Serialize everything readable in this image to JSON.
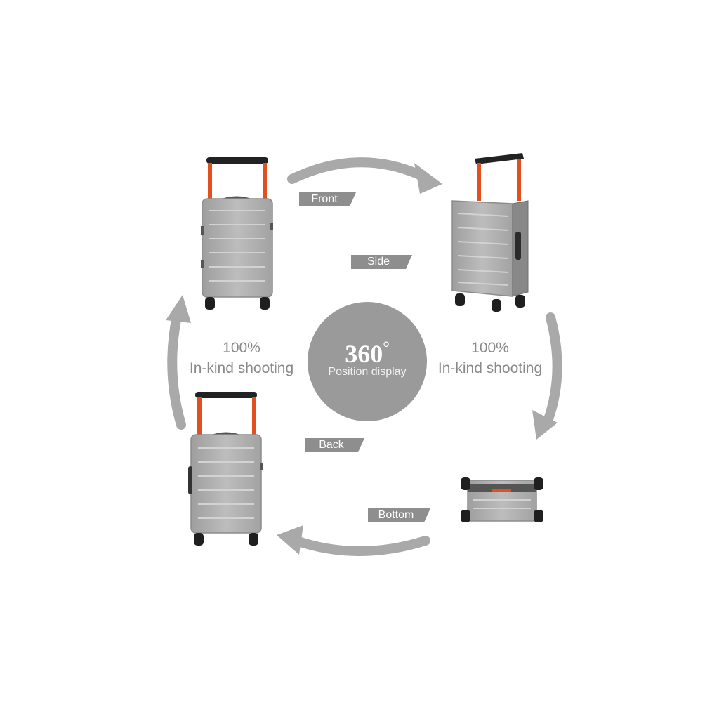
{
  "labels": {
    "front": "Front",
    "side": "Side",
    "back": "Back",
    "bottom": "Bottom"
  },
  "left_text": {
    "line1": "100%",
    "line2": "In-kind shooting"
  },
  "right_text": {
    "line1": "100%",
    "line2": "In-kind shooting"
  },
  "center": {
    "degrees": "360",
    "degree_symbol": "°",
    "caption": "Position display"
  },
  "colors": {
    "arrow": "#a9a9a9",
    "shell": "#b3b3b3",
    "shell_dark": "#8c8c8c",
    "handle": "#e3501f",
    "grip": "#222222",
    "circle": "#9a9a9a",
    "label_bg": "#8e8e8e"
  }
}
